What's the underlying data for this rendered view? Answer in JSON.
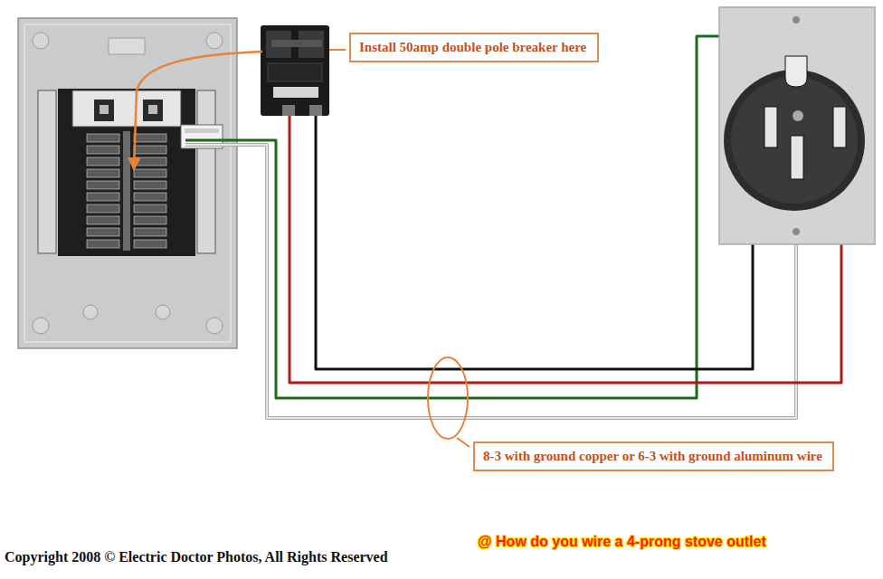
{
  "diagram": {
    "nodes": [
      {
        "text": [
          "Install 50amp double pole breaker here"
        ]
      },
      {
        "text": [
          "8-3 with ground copper or 6-3 with ground aluminum wire"
        ]
      }
    ],
    "labels": [
      "Copyright 2008 © Electric Doctor Photos, All Rights Reserved",
      "@ How do you wire a 4-prong stove outlet"
    ]
  }
}
